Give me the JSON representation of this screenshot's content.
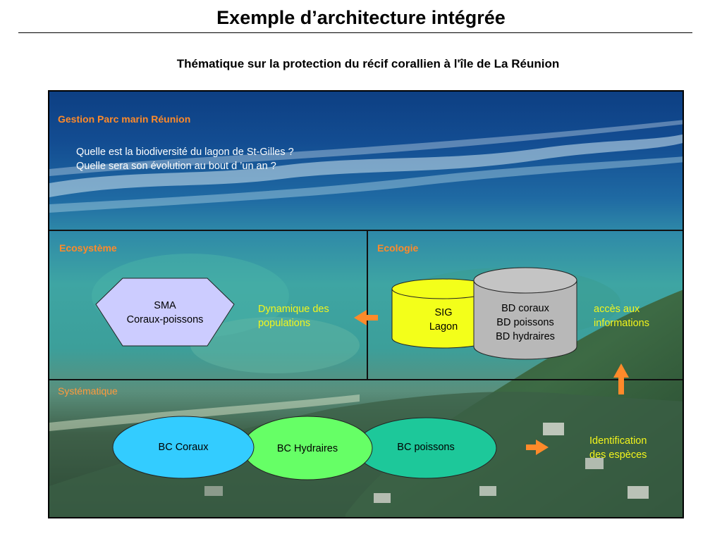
{
  "title": "Exemple d’architecture intégrée",
  "subtitle": "Thématique sur la protection du récif corallien à l'île de La Réunion",
  "panels": {
    "top": {
      "heading": "Gestion Parc marin Réunion",
      "questions": [
        "Quelle est la biodiversité du lagon de St-Gilles ?",
        "Quelle sera son évolution au bout d ’un an ?"
      ]
    },
    "middle_left": {
      "heading": "Ecosystème",
      "node": {
        "line1": "SMA",
        "line2": "Coraux-poissons"
      },
      "note": {
        "line1": "Dynamique des",
        "line2": "populations"
      }
    },
    "middle_right": {
      "heading": "Ecologie",
      "sig": {
        "line1": "SIG",
        "line2": "Lagon"
      },
      "bd": {
        "line1": "BD coraux",
        "line2": "BD poissons",
        "line3": "BD hydraires"
      },
      "note": {
        "line1": "accès aux",
        "line2": "informations"
      }
    },
    "bottom": {
      "heading": "Systématique",
      "ellipses": [
        "BC Coraux",
        "BC Hydraires",
        "BC poissons"
      ],
      "note": {
        "line1": "Identification",
        "line2": "des espèces"
      }
    }
  },
  "colors": {
    "heading": "#ff8a2a",
    "arrow": "#ff8a2a",
    "sma_fill": "#ccccff",
    "sig_fill": "#f3ff1a",
    "bd_fill": "#b8b8b8",
    "bc_coraux": "#33ccff",
    "bc_hydraires": "#66ff66",
    "bc_poissons": "#1dc89a",
    "note_text": "#f3f51c"
  }
}
